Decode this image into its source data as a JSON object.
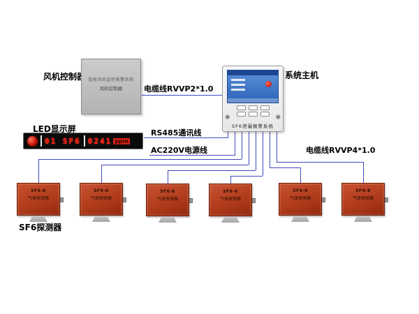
{
  "labels": {
    "fan_controller": "风机控制器",
    "system_host": "系统主机",
    "led_display": "LED显示屏",
    "sf6_detector": "SF6探测器",
    "cable_rvvp2": "电缆线RVVP2*1.0",
    "rs485": "RS485通讯线",
    "ac220v": "AC220V电源线",
    "cable_rvvp4": "电缆线RVVP4*1.0"
  },
  "fan_controller": {
    "line1": "智能风机监控报警系统",
    "line2": "风机控制器"
  },
  "host": {
    "panel_text": "SF6泄漏报警系统"
  },
  "led": {
    "channel": "01 SF6",
    "value": "0241",
    "unit": "ppm"
  },
  "detectors": [
    {
      "line1": "SF6-Ⅱ",
      "line2": "气体探测器"
    },
    {
      "line1": "SF6-Ⅱ",
      "line2": "气体探测器"
    },
    {
      "line1": "SF6-Ⅱ",
      "line2": "气体探测器"
    },
    {
      "line1": "SF6-Ⅱ",
      "line2": "气体探测器"
    },
    {
      "line1": "SF6-Ⅱ",
      "line2": "气体探测器"
    },
    {
      "line1": "SF6-Ⅱ",
      "line2": "气体探测器"
    }
  ],
  "icons": {
    "speaker_grille": "❋"
  },
  "colors": {
    "wire": "#3f4ac0",
    "detector_body": "#b03c1c",
    "led_text": "#ff2015",
    "host_screen": "#2f63b8",
    "fan_box": "#bdbdbd"
  }
}
